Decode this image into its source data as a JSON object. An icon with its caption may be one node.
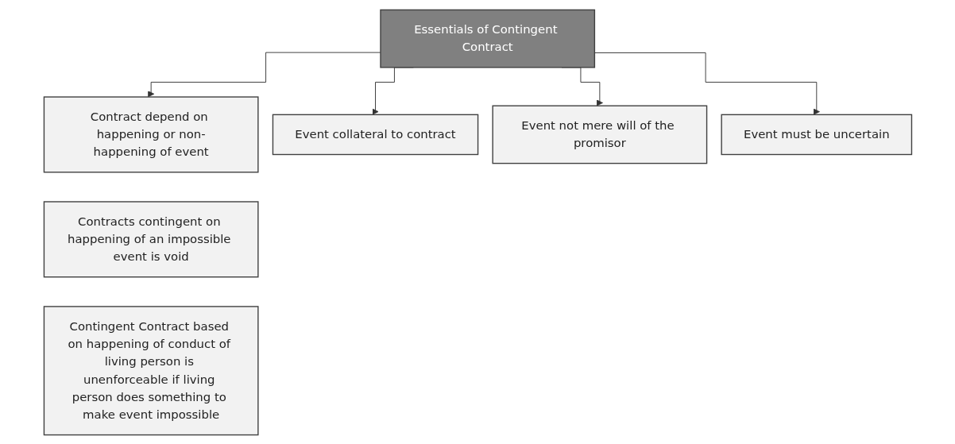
{
  "diagram": {
    "nodes": [
      {
        "text": [
          "Essentials of Contingent Contract"
        ]
      },
      {
        "text": [
          "Contract depend on happening or non-happening of event"
        ]
      },
      {
        "text": [
          "Event collateral to contract"
        ]
      },
      {
        "text": [
          "Event not mere will of the promisor"
        ]
      },
      {
        "text": [
          "Event must be uncertain"
        ]
      },
      {
        "text": [
          "Contracts contingent on happening of an impossible event is void"
        ]
      },
      {
        "text": [
          "Contingent Contract based on happening of conduct of living person is unenforceable if living person does something to make event impossible"
        ]
      }
    ],
    "edges": [
      {
        "from": 0,
        "to": 1,
        "arrow": "to"
      },
      {
        "from": 0,
        "to": 2,
        "arrow": "to"
      },
      {
        "from": 0,
        "to": 3,
        "arrow": "to"
      },
      {
        "from": 0,
        "to": 4,
        "arrow": "to"
      }
    ]
  }
}
